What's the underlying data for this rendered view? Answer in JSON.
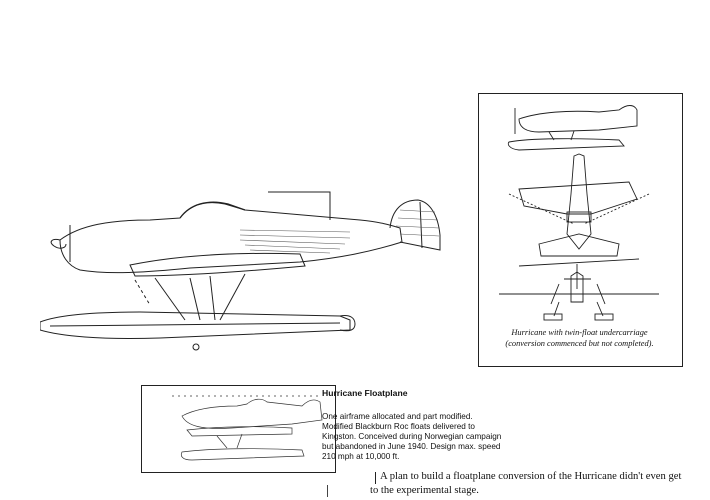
{
  "inset": {
    "title": "Hurricane Floatplane",
    "description": "One airframe allocated and part modified. Modified Blackburn Roc floats delivered to Kingston. Conceived during Norwegian campaign but abandoned in June 1940. Design max. speed 210 mph at 10,000 ft."
  },
  "three_view": {
    "caption_line1": "Hurricane with twin-float undercarriage",
    "caption_line2": "(conversion commenced but not completed)."
  },
  "note": {
    "line1": "A plan to build a floatplane conversion of the Hurricane didn't even get",
    "line2": "to the experimental stage."
  }
}
